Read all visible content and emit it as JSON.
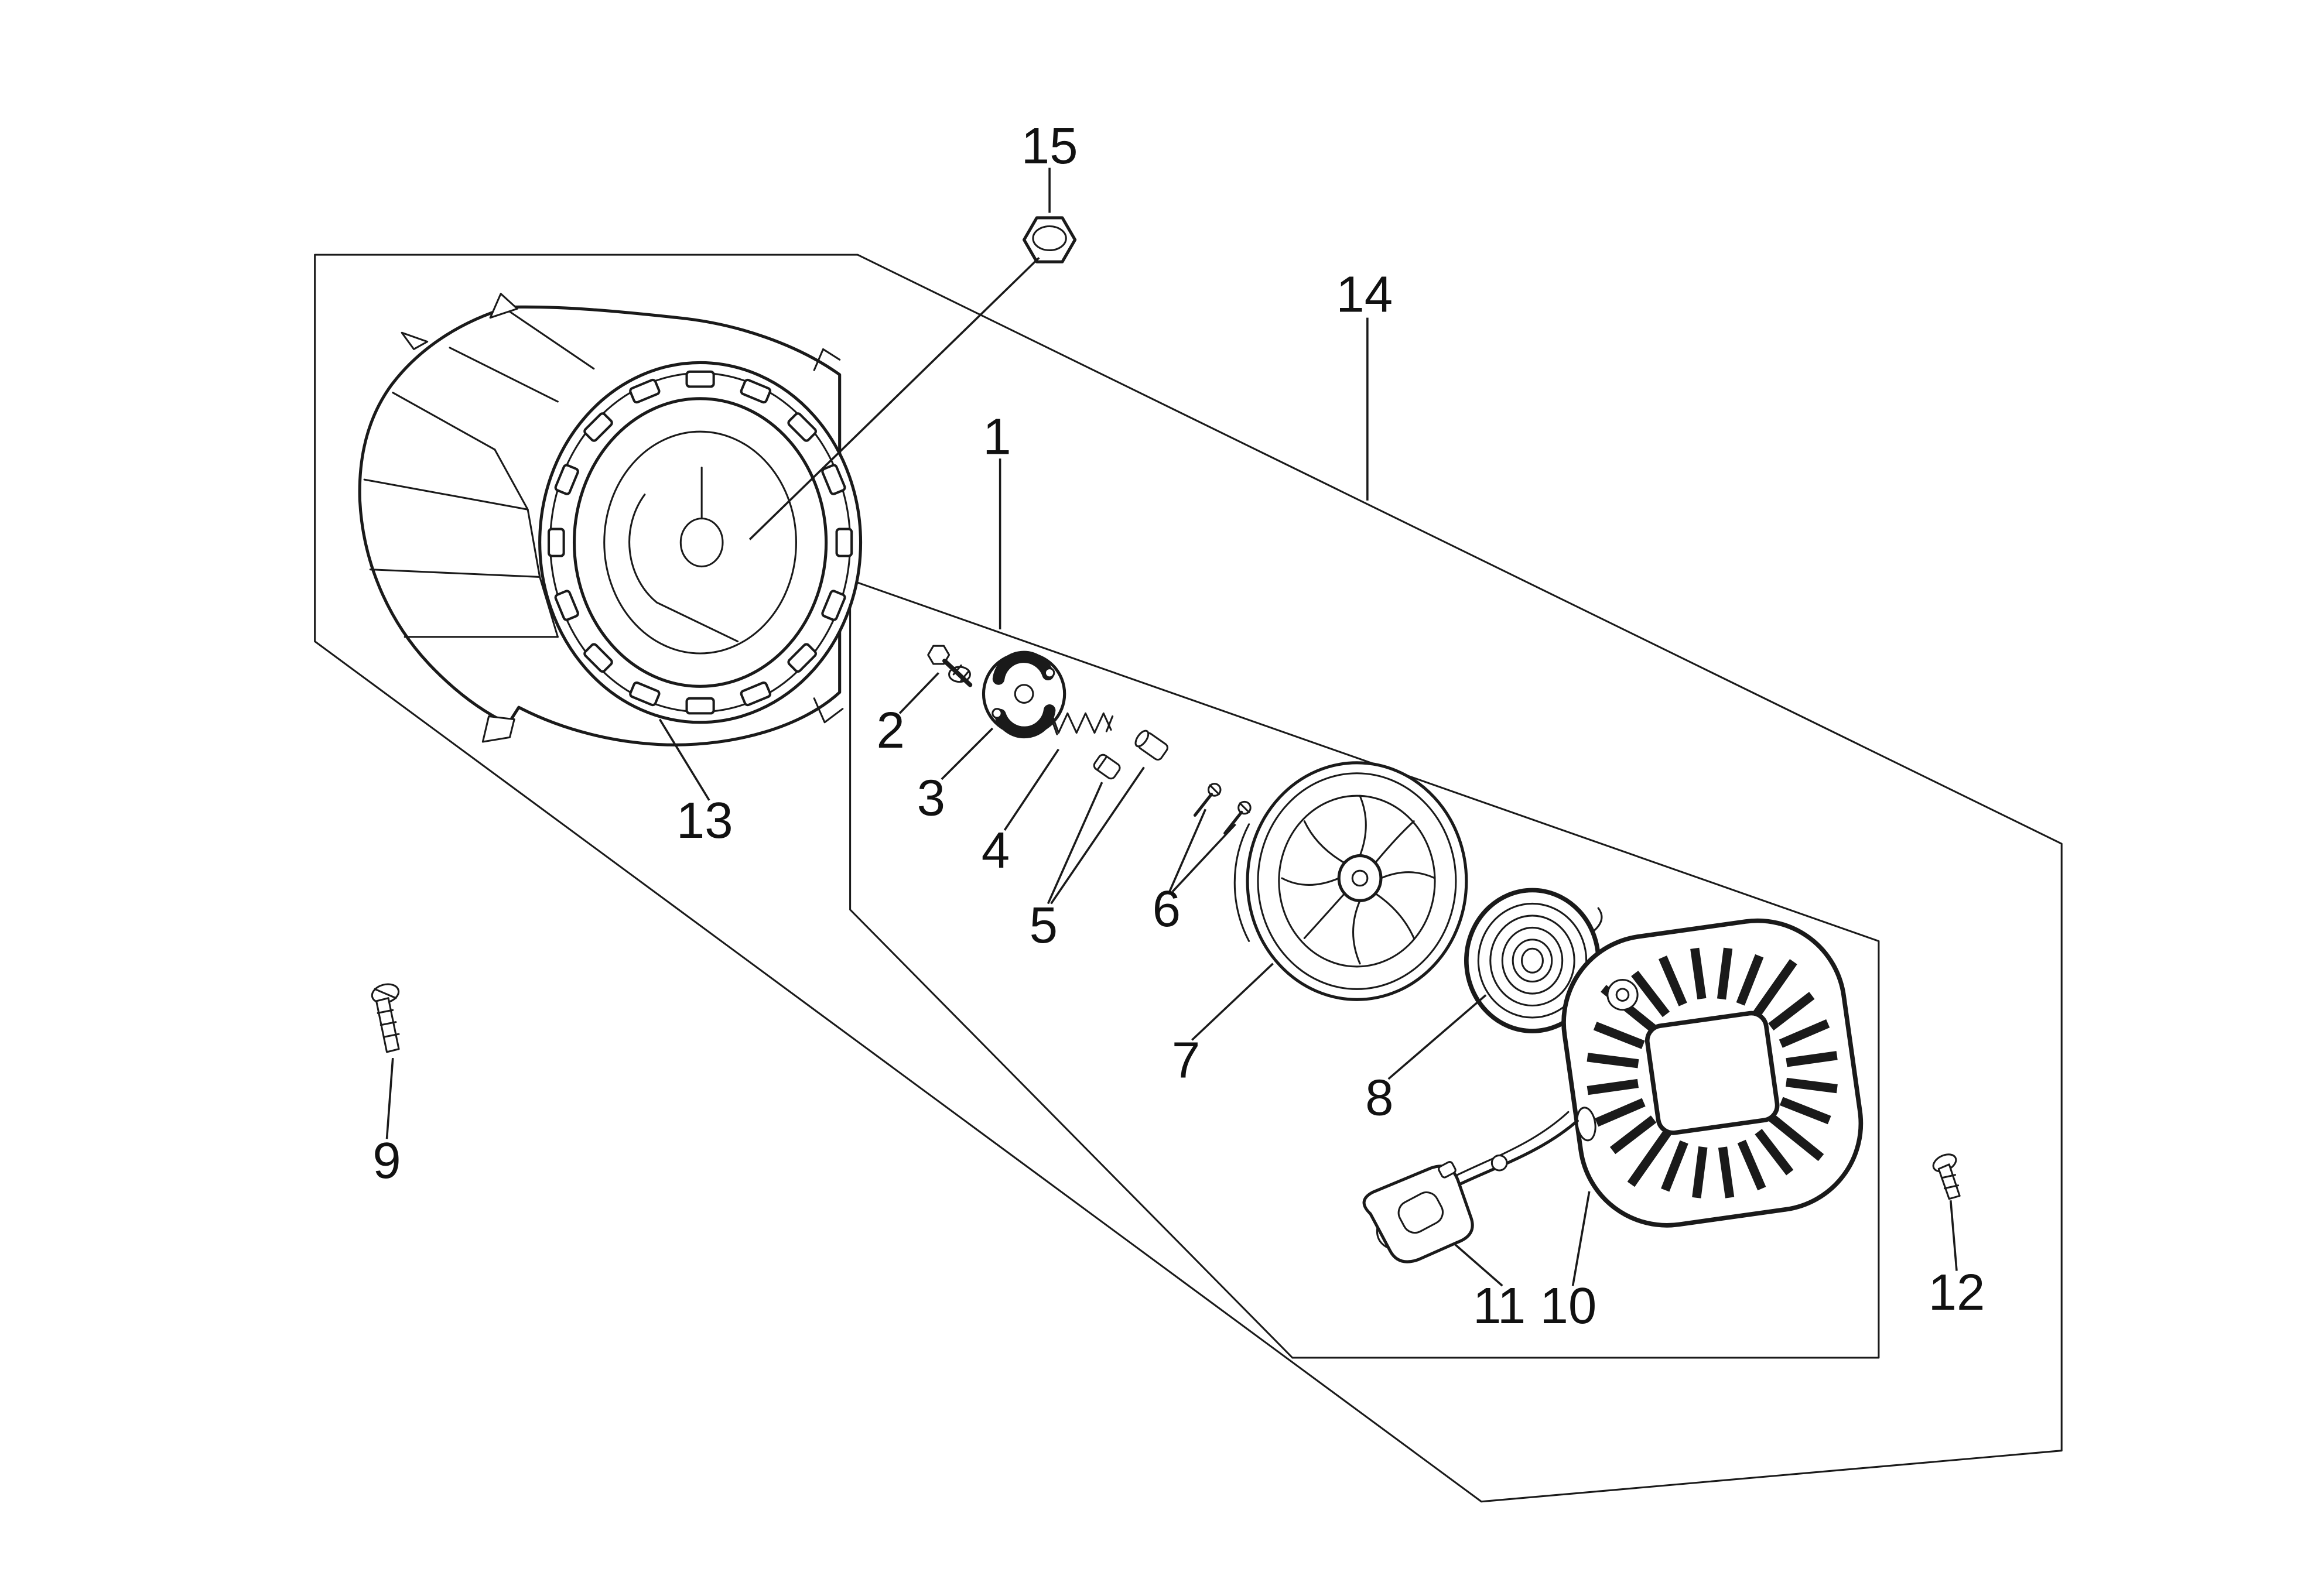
{
  "page": {
    "background": "#ffffff",
    "ink": "#1a1a1a"
  },
  "diagram": {
    "type": "exploded-parts-diagram",
    "callouts": {
      "n1": "1",
      "n2": "2",
      "n3": "3",
      "n4": "4",
      "n5": "5",
      "n6": "6",
      "n7": "7",
      "n8": "8",
      "n9": "9",
      "n10": "10",
      "n11": "11",
      "n12": "12",
      "n13": "13",
      "n14": "14",
      "n15": "15"
    }
  }
}
